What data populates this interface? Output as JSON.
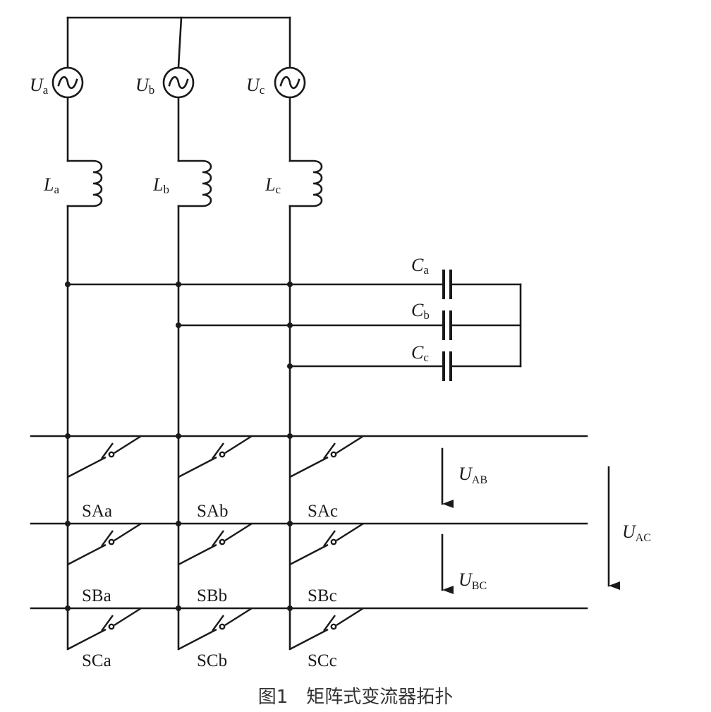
{
  "figure": {
    "caption": "图1　矩阵式变流器拓扑"
  },
  "sources": [
    {
      "main": "U",
      "sub": "a"
    },
    {
      "main": "U",
      "sub": "b"
    },
    {
      "main": "U",
      "sub": "c"
    }
  ],
  "inductors": [
    {
      "main": "L",
      "sub": "a"
    },
    {
      "main": "L",
      "sub": "b"
    },
    {
      "main": "L",
      "sub": "c"
    }
  ],
  "capacitors": [
    {
      "main": "C",
      "sub": "a"
    },
    {
      "main": "C",
      "sub": "b"
    },
    {
      "main": "C",
      "sub": "c"
    }
  ],
  "switches": [
    [
      "SAa",
      "SAb",
      "SAc"
    ],
    [
      "SBa",
      "SBb",
      "SBc"
    ],
    [
      "SCa",
      "SCb",
      "SCc"
    ]
  ],
  "voltages": [
    {
      "main": "U",
      "sub": "AB"
    },
    {
      "main": "U",
      "sub": "BC"
    },
    {
      "main": "U",
      "sub": "AC"
    }
  ]
}
